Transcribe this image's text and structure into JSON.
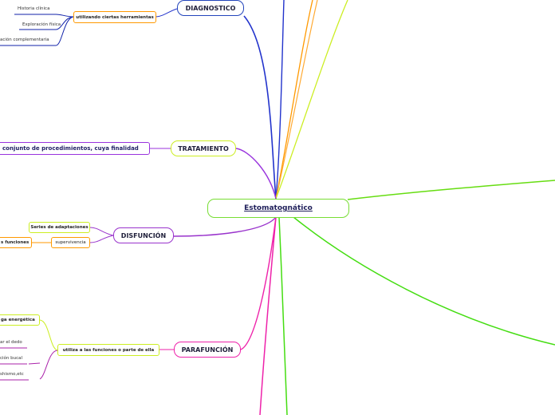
{
  "center": {
    "label": "Estomatognático"
  },
  "branches": {
    "diagnostico": {
      "label": "DIAGNOSTICO",
      "tool_label": "utilizando ciertas herramientas",
      "items": [
        "Historia clínica",
        "Exploración física",
        "ación complementaria"
      ]
    },
    "tratamiento": {
      "label": "TRATAMIENTO",
      "detail": "conjunto de procedimientos, cuya finalidad"
    },
    "disfuncion": {
      "label": "DISFUNCIÓN",
      "adaptations": "Series de adaptaciones",
      "survival": "supervivencia",
      "functions": "s funciones"
    },
    "parafuncion": {
      "label": "PARAFUNCIÓN",
      "uses": "utiliza a las funciones o parte de ella",
      "energy": "ga energética",
      "items": [
        "ar el dedo",
        "ción bucal",
        "shismo,etc"
      ]
    }
  }
}
